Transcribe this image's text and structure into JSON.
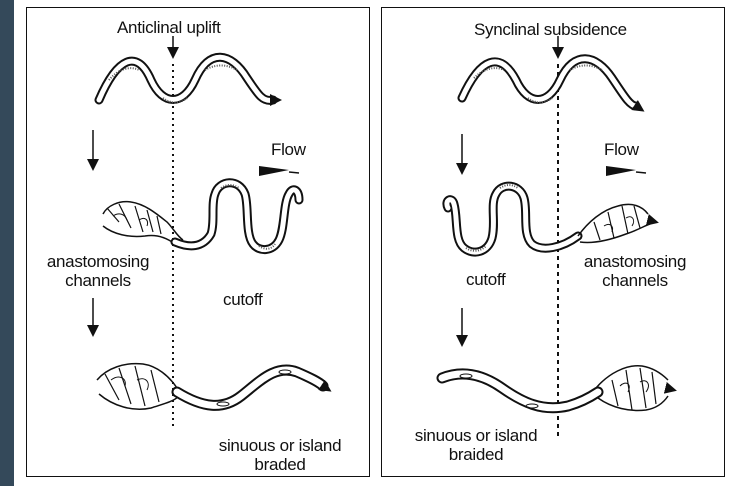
{
  "left_panel": {
    "title": "Anticlinal uplift",
    "flow_label": "Flow",
    "label_anastomosing": [
      "anastomosing",
      "channels"
    ],
    "label_cutoff": "cutoff",
    "label_bottom": [
      "sinuous or island",
      "braded"
    ]
  },
  "right_panel": {
    "title": "Synclinal subsidence",
    "flow_label": "Flow",
    "label_anastomosing": [
      "anastomosing",
      "channels"
    ],
    "label_cutoff": "cutoff",
    "label_bottom": [
      "sinuous or island",
      "braided"
    ]
  },
  "colors": {
    "background": "#34495a",
    "paper": "#ffffff",
    "ink": "#111111"
  }
}
